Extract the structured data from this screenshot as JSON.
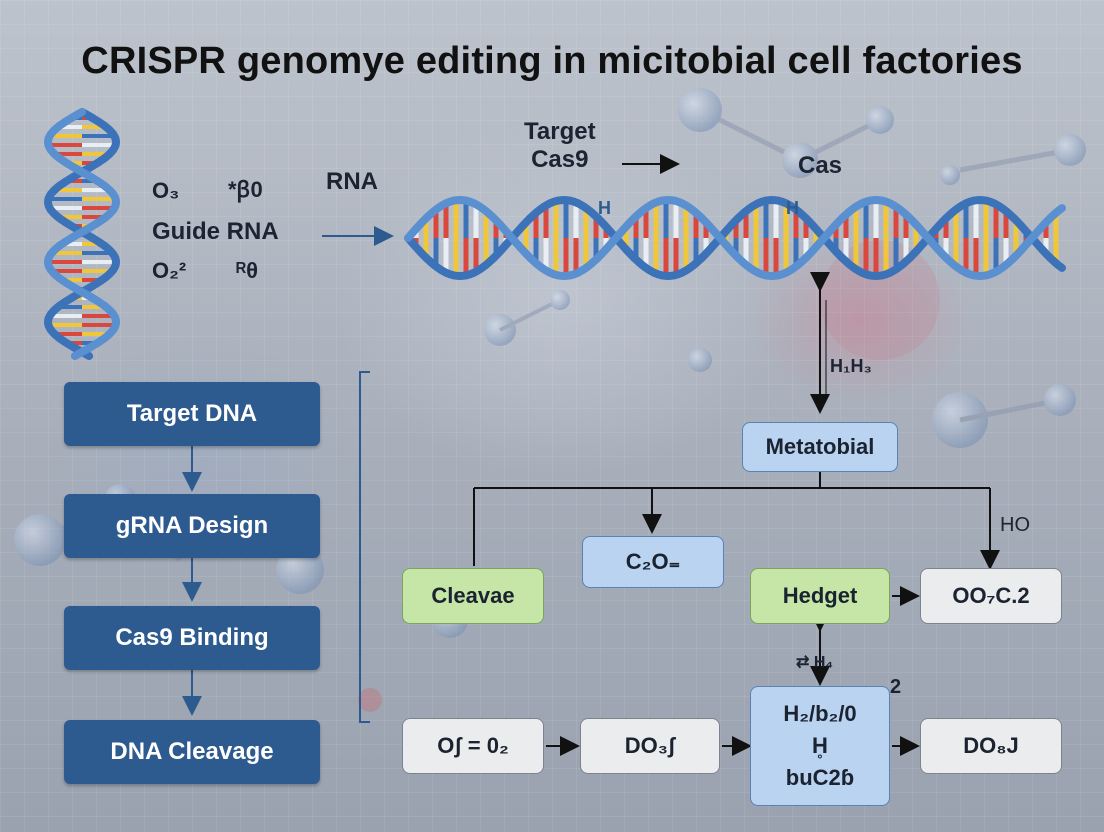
{
  "title": "CRISPR genomye editing in micitobial cell factories",
  "top": {
    "formula_o3": "O₃",
    "formula_b0": "*ꞵ0",
    "guide_rna": "Guide RNA",
    "formula_o2": "O₂²",
    "formula_theta": "ᴿθ",
    "rna": "RNA",
    "target_cas9": [
      "Target",
      "Cas9"
    ],
    "cas": "Cas",
    "h_left": "H",
    "h_right": "H"
  },
  "steps": [
    "Target DNA",
    "gRNA Design",
    "Cas9 Binding",
    "DNA Cleavage"
  ],
  "flow": {
    "h1h3": "H₁H₃",
    "metabolic": "Metatobial",
    "ho": "HO",
    "c2o": "C₂O₌",
    "cleavage": "Cleavae",
    "hedget": "Hedget",
    "oo7c2": "OO₇C.2",
    "h4": "⇄ H₄",
    "num2": "2",
    "o_eq": "Oʃ = 0₂",
    "do3": "DO₃ʃ",
    "stack": [
      "H₂/b₂/0",
      "H̥",
      "buC2ɓ"
    ],
    "do8j": "DO₈J"
  },
  "colors": {
    "step_fill": "#2e5b8f",
    "blue_node": "#b9d3f0",
    "green_node": "#c5e6a6",
    "gray_node": "#ebecee",
    "dna_backbone": "#3c72b8"
  }
}
